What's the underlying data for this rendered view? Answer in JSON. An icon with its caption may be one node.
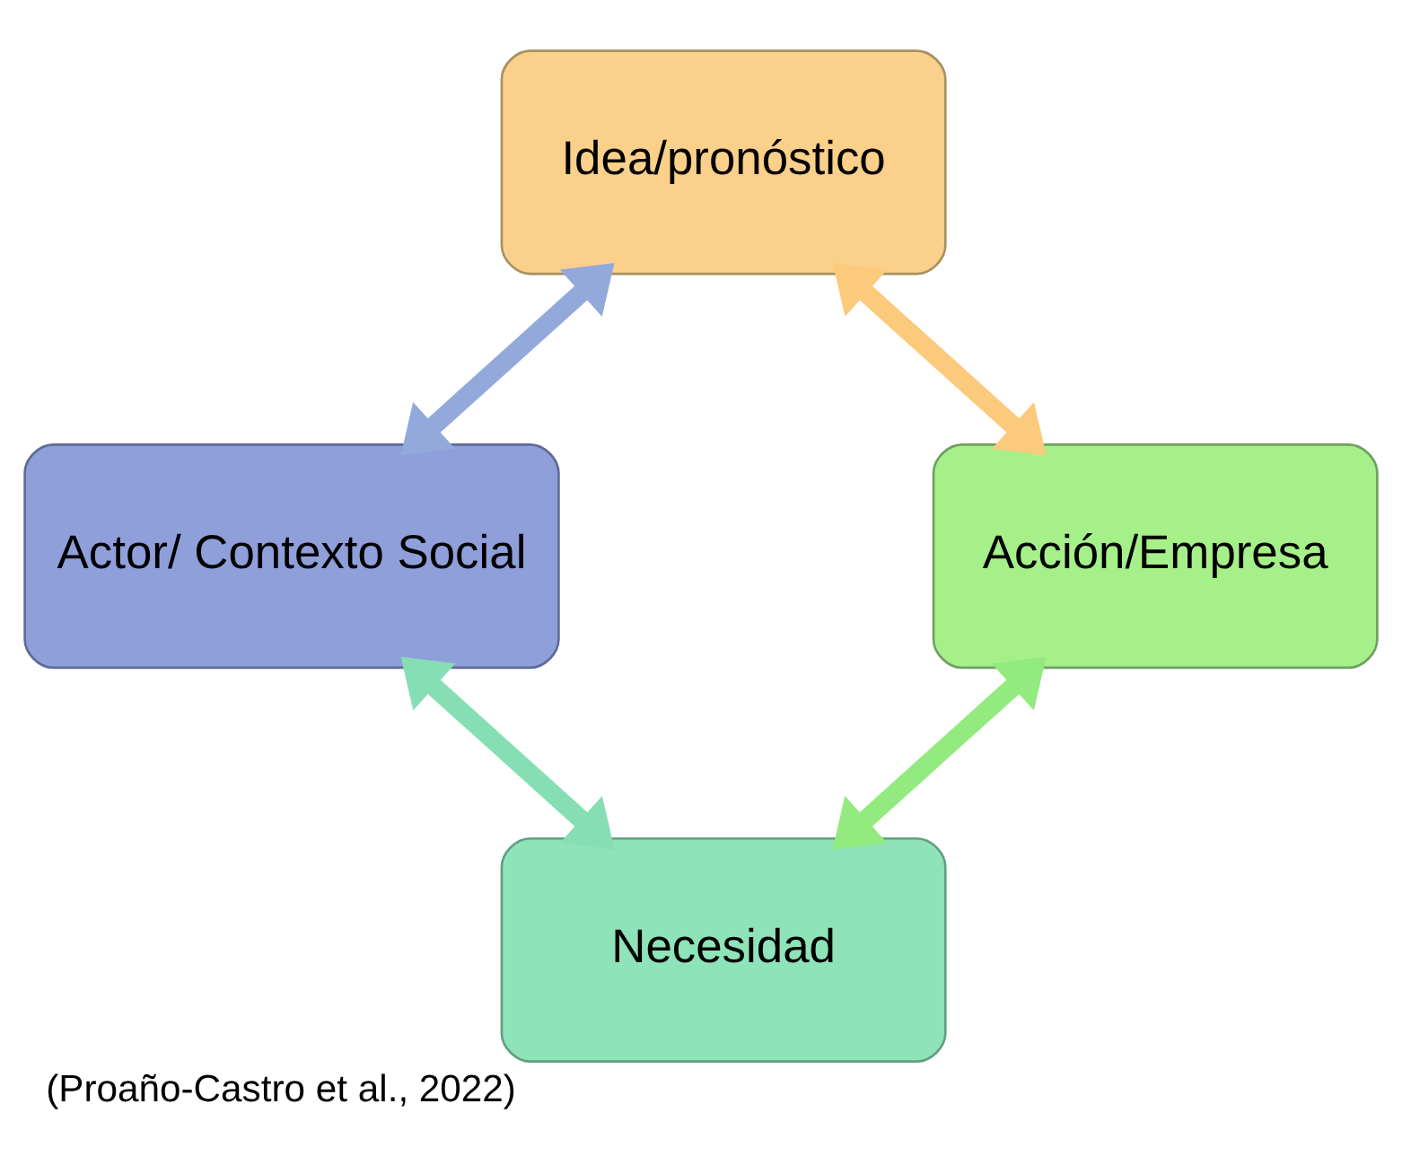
{
  "diagram": {
    "caption": "(Proaño-Castro et al., 2022)",
    "nodes": [
      {
        "text": [
          "Idea/pronóstico"
        ]
      },
      {
        "text": [
          "Actor/ Contexto Social"
        ]
      },
      {
        "text": [
          "Acción/Empresa"
        ]
      },
      {
        "text": [
          "Necesidad"
        ]
      }
    ],
    "edges": [
      {
        "from": 0,
        "to": 1,
        "arrow": "both",
        "color": "#93a9dc"
      },
      {
        "from": 0,
        "to": 2,
        "arrow": "both",
        "color": "#fcca7c"
      },
      {
        "from": 1,
        "to": 3,
        "arrow": "both",
        "color": "#86dfb4"
      },
      {
        "from": 2,
        "to": 3,
        "arrow": "both",
        "color": "#93ea7e"
      }
    ]
  }
}
